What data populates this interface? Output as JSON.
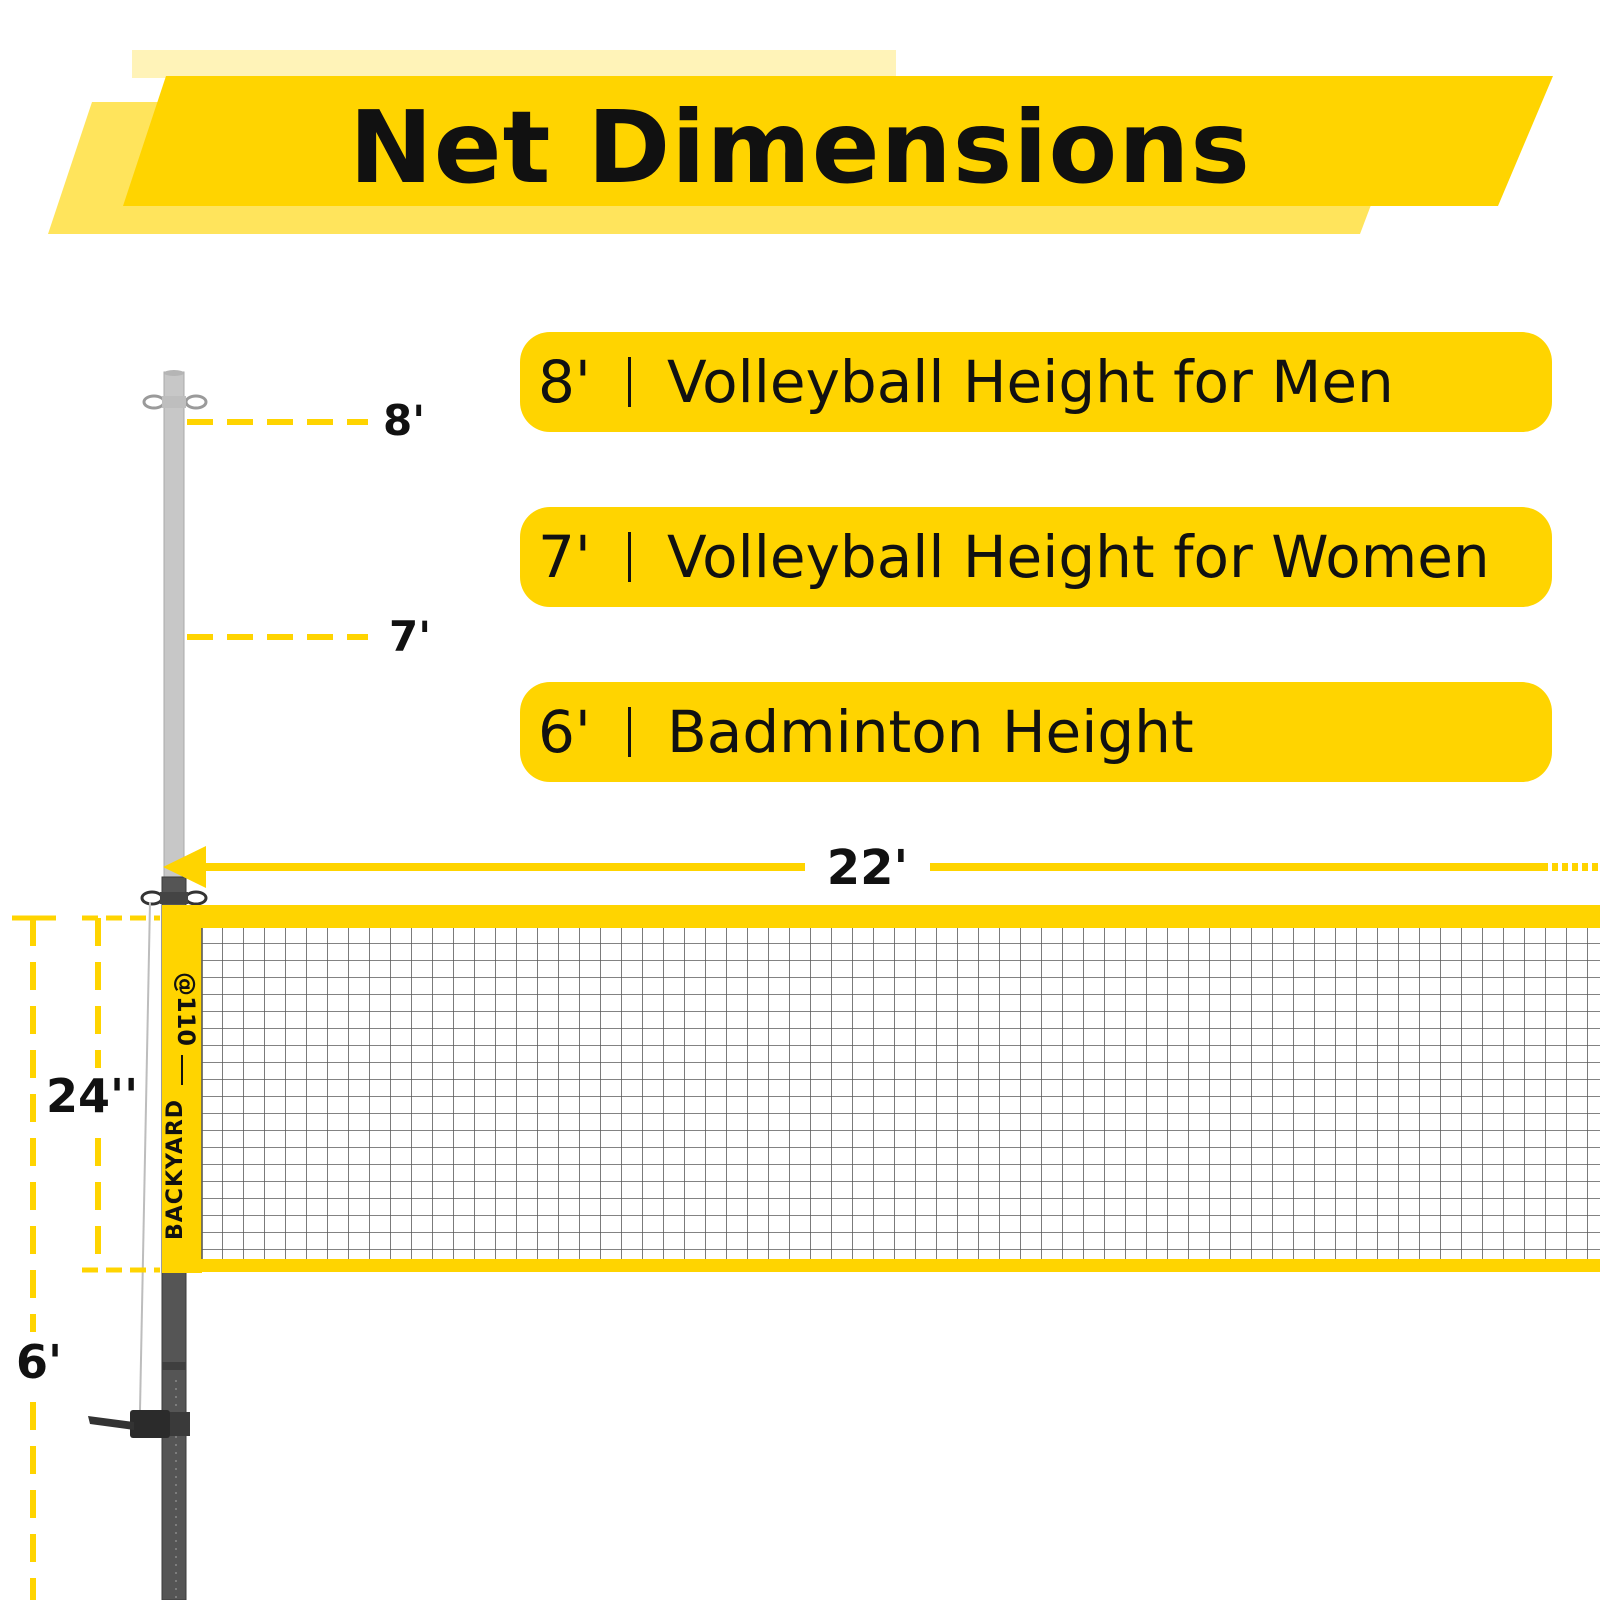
{
  "title": "Net Dimensions",
  "colors": {
    "accent": "#FFD400",
    "accent_light": "#FFE45C",
    "text": "#111111",
    "pole_light": "#C7C7C7",
    "pole_dark": "#555555",
    "mesh": "#5a5a5a"
  },
  "height_options": [
    {
      "value": "8'",
      "label": "Volleyball Height for Men"
    },
    {
      "value": "7'",
      "label": "Volleyball Height for Women"
    },
    {
      "value": "6'",
      "label": "Badminton Height"
    }
  ],
  "pole_marks": {
    "top": "8'",
    "middle": "7'"
  },
  "net_width_label": "22'",
  "net_height_label": "24''",
  "ground_height_label": "6'",
  "band_brand": "BACKYARD",
  "band_logo": "@110"
}
